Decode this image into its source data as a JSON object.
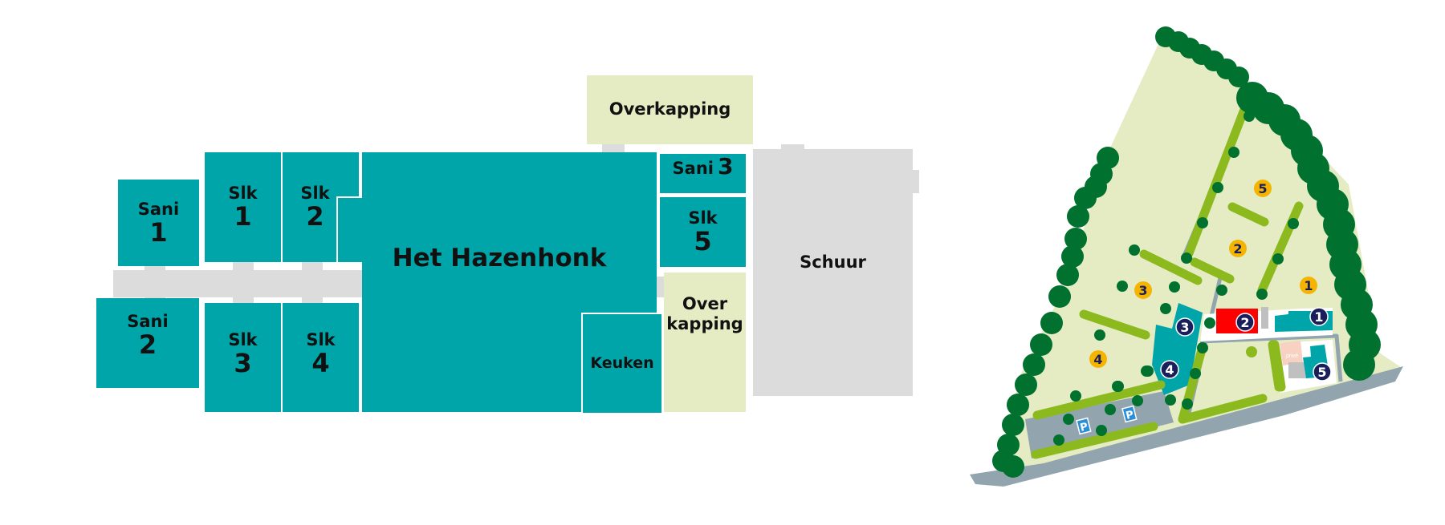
{
  "floorplan": {
    "sani1": {
      "label": "Sani",
      "num": "1"
    },
    "sani2": {
      "label": "Sani",
      "num": "2"
    },
    "sani3": {
      "label": "Sani",
      "num": "3"
    },
    "slk1": {
      "label": "Slk",
      "num": "1"
    },
    "slk2": {
      "label": "Slk",
      "num": "2"
    },
    "slk3": {
      "label": "Slk",
      "num": "3"
    },
    "slk4": {
      "label": "Slk",
      "num": "4"
    },
    "slk5": {
      "label": "Slk",
      "num": "5"
    },
    "main_hall": "Het Hazenhonk",
    "kitchen": "Keuken",
    "canopy_top": "Overkapping",
    "canopy_side_line1": "Over",
    "canopy_side_line2": "kapping",
    "shed": "Schuur"
  },
  "sitemap": {
    "field_markers": [
      "1",
      "2",
      "3",
      "4",
      "5"
    ],
    "building_markers": [
      "1",
      "2",
      "3",
      "4",
      "5"
    ],
    "private_label": "privé",
    "parking_label": "P",
    "colors": {
      "teal": "#00a5aa",
      "grass": "#e5ecc4",
      "trees": "#00712f",
      "hedge": "#8cba1e",
      "path": "#92a5ae",
      "field_marker": "#f5b400",
      "building_marker": "#1a1f5c",
      "main_building": "#ff0000",
      "parking_sign": "#2a8fd6"
    }
  }
}
